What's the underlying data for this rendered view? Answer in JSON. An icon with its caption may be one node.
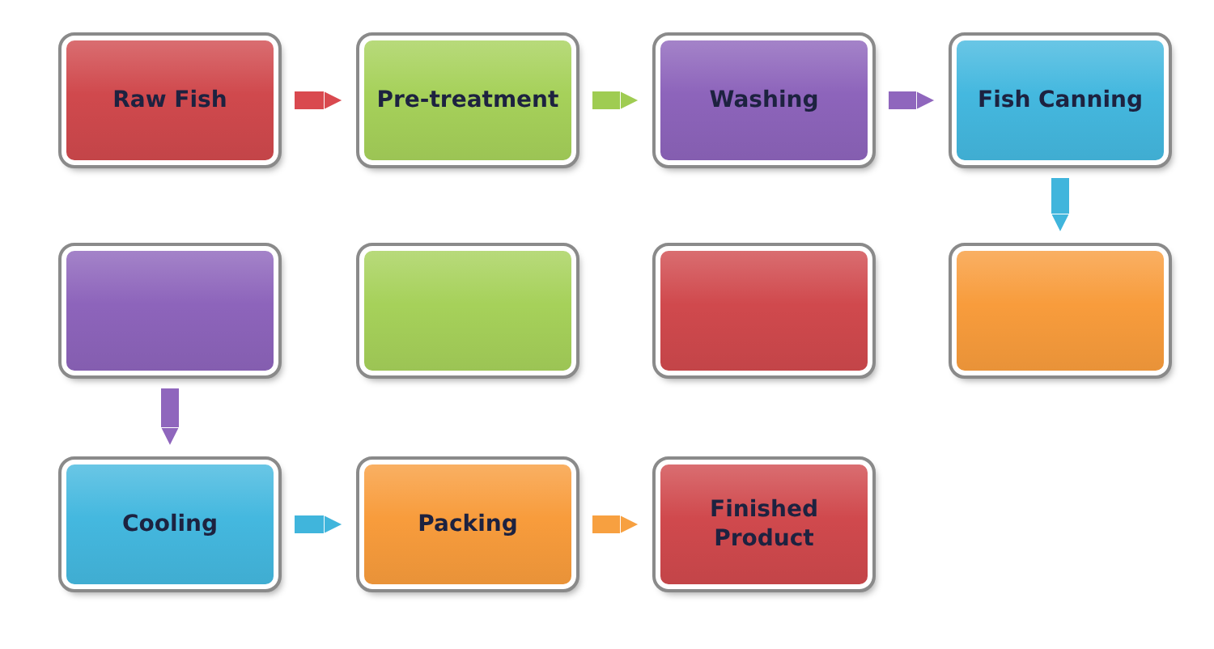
{
  "diagram": {
    "nodes": [
      {
        "text": [
          "Raw Fish"
        ]
      },
      {
        "text": [
          "Pre-treatment"
        ]
      },
      {
        "text": [
          "Washing"
        ]
      },
      {
        "text": [
          "Fish Canning"
        ]
      },
      {
        "text": [],
        "shape": "box"
      },
      {
        "text": [],
        "shape": "box"
      },
      {
        "text": [],
        "shape": "box"
      },
      {
        "text": [],
        "shape": "box"
      },
      {
        "text": [
          "Cooling"
        ]
      },
      {
        "text": [
          "Packing"
        ]
      },
      {
        "text": [
          "Finished Product"
        ]
      }
    ],
    "edges": [
      {
        "from": 0,
        "to": 1,
        "arrow": "to",
        "color": "#d9494f"
      },
      {
        "from": 1,
        "to": 2,
        "arrow": "to",
        "color": "#9fcc52"
      },
      {
        "from": 2,
        "to": 3,
        "arrow": "to",
        "color": "#8f66bd"
      },
      {
        "from": 3,
        "to": 7,
        "arrow": "to",
        "color": "#40b5dc"
      },
      {
        "from": 4,
        "to": 8,
        "arrow": "to",
        "color": "#8f66bd"
      },
      {
        "from": 8,
        "to": 9,
        "arrow": "to",
        "color": "#40b5dc"
      },
      {
        "from": 9,
        "to": 10,
        "arrow": "to",
        "color": "#f7a040"
      }
    ]
  }
}
